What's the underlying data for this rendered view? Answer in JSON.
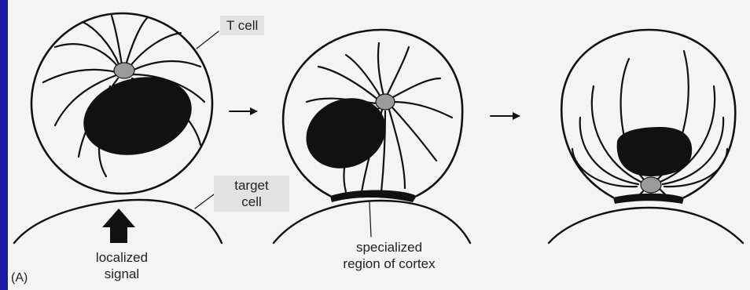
{
  "labels": {
    "t_cell": "T cell",
    "target_cell": "target\ncell",
    "localized_signal": "localized\nsignal",
    "specialized_region": "specialized\nregion of cortex",
    "panel": "(A)"
  },
  "colors": {
    "frame": "#1a1aa8",
    "background": "#f4f4f2",
    "ink": "#111111",
    "centrosome": "#9a9a9a",
    "label_box": "#e2e2e2"
  }
}
